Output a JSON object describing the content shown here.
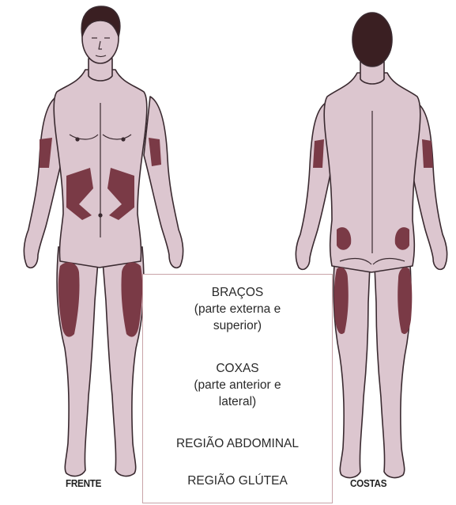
{
  "figure": {
    "front_label": "FRENTE",
    "back_label": "COSTAS",
    "colors": {
      "skin": "#dcc6cf",
      "outline": "#3a2a30",
      "injection_zone": "#7a3a46",
      "hair": "#3a1f22",
      "legend_border": "#c9a3a8"
    }
  },
  "legend": {
    "arms": {
      "title": "BRAÇOS",
      "line2": "(parte externa e",
      "line3": "superior)"
    },
    "thighs": {
      "title": "COXAS",
      "line2": "(parte anterior e",
      "line3": "lateral)"
    },
    "abdomen": {
      "title": "REGIÃO ABDOMINAL"
    },
    "gluteal": {
      "title": "REGIÃO GLÚTEA"
    }
  }
}
